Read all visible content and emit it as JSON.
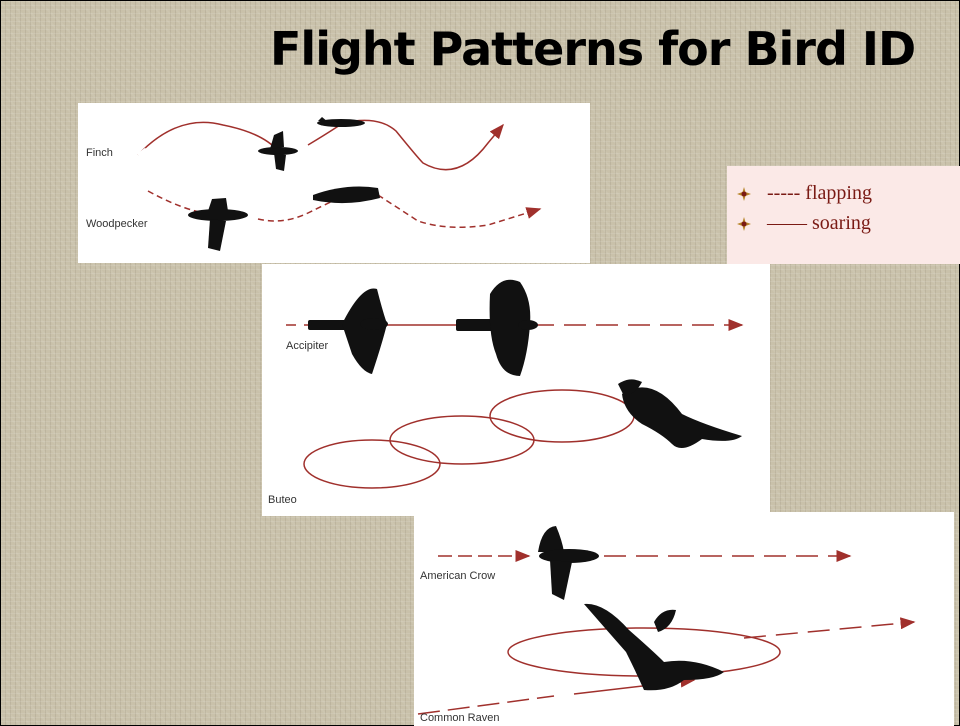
{
  "slide": {
    "title": "Flight Patterns for Bird ID"
  },
  "legend": {
    "items": [
      {
        "label": "----- flapping",
        "icon": "starburst-bullet-icon"
      },
      {
        "label": "—— soaring",
        "icon": "starburst-bullet-icon"
      }
    ]
  },
  "panels": {
    "small_birds": {
      "finch_label": "Finch",
      "woodpecker_label": "Woodpecker"
    },
    "raptors": {
      "accipiter_label": "Accipiter",
      "buteo_label": "Buteo"
    },
    "corvids": {
      "crow_label": "American Crow",
      "raven_label": "Common Raven"
    }
  },
  "colors": {
    "path": "#a0302c",
    "silhouette": "#111111",
    "legend_bg": "#fbe9e7",
    "legend_text": "#7a1a14"
  }
}
